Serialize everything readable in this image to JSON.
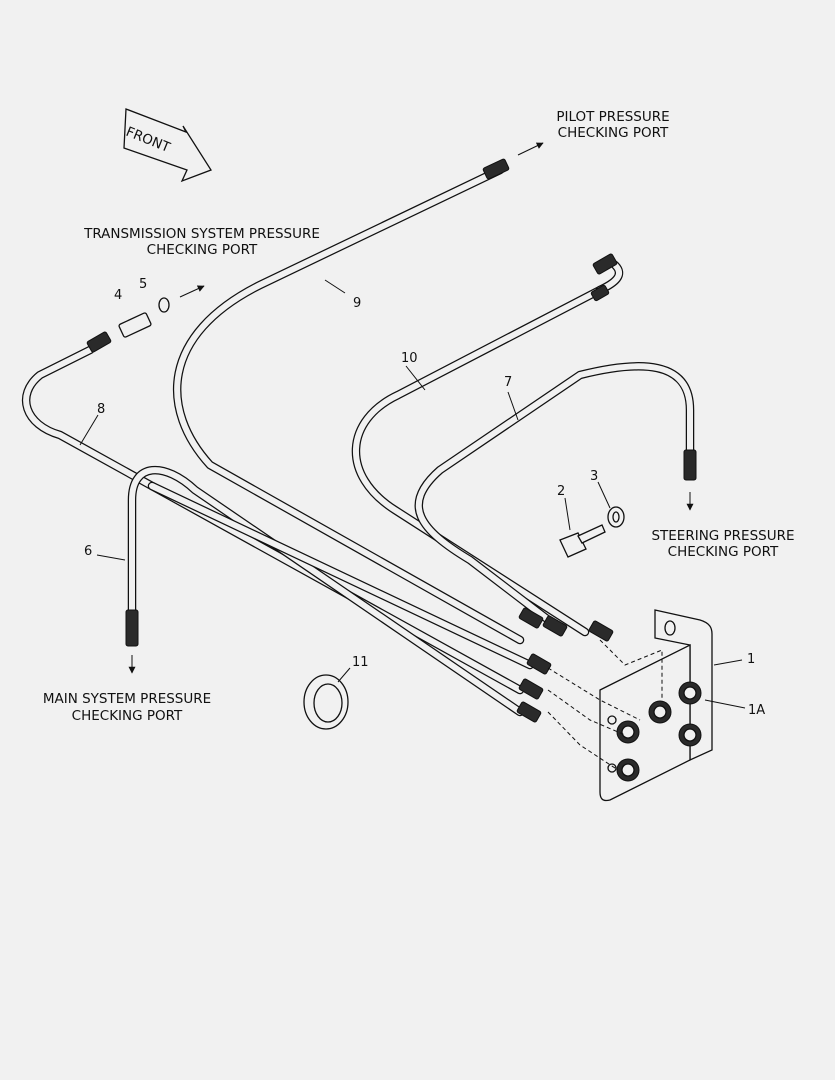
{
  "front_arrow": {
    "label": "FRONT"
  },
  "callouts": {
    "pilot": [
      "PILOT PRESSURE",
      "CHECKING PORT"
    ],
    "transmission": [
      "TRANSMISSION SYSTEM PRESSURE",
      "CHECKING PORT"
    ],
    "steering": [
      "STEERING PRESSURE",
      "CHECKING PORT"
    ],
    "main": [
      "MAIN SYSTEM PRESSURE",
      "CHECKING PORT"
    ]
  },
  "part_numbers": [
    "1",
    "1A",
    "2",
    "3",
    "4",
    "5",
    "6",
    "7",
    "8",
    "9",
    "10",
    "11"
  ]
}
